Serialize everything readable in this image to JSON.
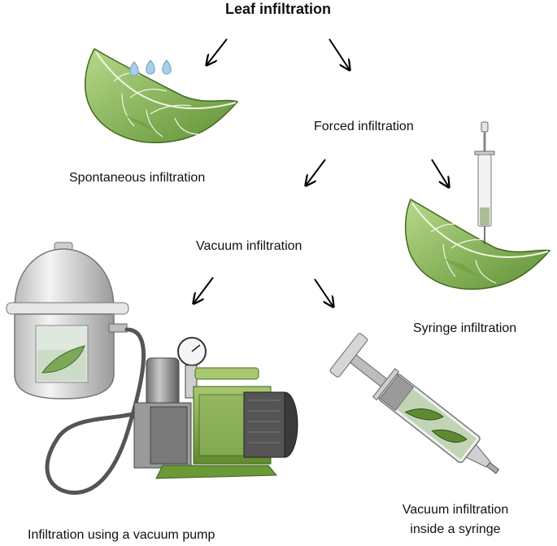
{
  "title": "Leaf infiltration",
  "nodes": {
    "spontaneous": "Spontaneous infiltration",
    "forced": "Forced infiltration",
    "syringe": "Syringe infiltration",
    "vacuum": "Vacuum infiltration",
    "vacuum_pump": "Infiltration using a vacuum pump",
    "vacuum_syringe_line1": "Vacuum infiltration",
    "vacuum_syringe_line2": "inside a syringe"
  },
  "colors": {
    "leaf_light": "#9cc86a",
    "leaf_dark": "#4f7f2a",
    "leaf_vein": "#e8f2dc",
    "water_drop": "#a8cfe8",
    "metal_light": "#e2e2e2",
    "metal_dark": "#8a8a8a",
    "pump_green": "#8fb35a",
    "arrow": "#000000"
  }
}
